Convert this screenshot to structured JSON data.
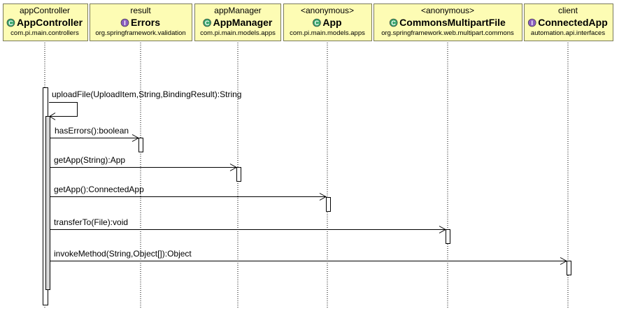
{
  "diagram": {
    "type": "uml-sequence",
    "colors": {
      "participant_fill": "#fdfcb4",
      "participant_stroke": "#7a7a5a",
      "class_icon": "#3aa76d",
      "interface_icon": "#8b5fbf",
      "line": "#000000"
    },
    "participants": [
      {
        "role": "appController",
        "kind": "class",
        "icon": "C",
        "name": "AppController",
        "package": "com.pi.main.controllers"
      },
      {
        "role": "result",
        "kind": "interface",
        "icon": "I",
        "name": "Errors",
        "package": "org.springframework.validation"
      },
      {
        "role": "appManager",
        "kind": "class",
        "icon": "C",
        "name": "AppManager",
        "package": "com.pi.main.models.apps"
      },
      {
        "role": "<anonymous>",
        "kind": "class",
        "icon": "C",
        "name": "App",
        "package": "com.pi.main.models.apps"
      },
      {
        "role": "<anonymous>",
        "kind": "class",
        "icon": "C",
        "name": "CommonsMultipartFile",
        "package": "org.springframework.web.multipart.commons"
      },
      {
        "role": "client",
        "kind": "interface",
        "icon": "I",
        "name": "ConnectedApp",
        "package": "automation.api.interfaces"
      }
    ],
    "messages": [
      {
        "label": "uploadFile(UploadItem,String,BindingResult):String",
        "from": 0,
        "to": 0,
        "self": true
      },
      {
        "label": "hasErrors():boolean",
        "from": 0,
        "to": 1
      },
      {
        "label": "getApp(String):App",
        "from": 0,
        "to": 2
      },
      {
        "label": "getApp():ConnectedApp",
        "from": 0,
        "to": 3
      },
      {
        "label": "transferTo(File):void",
        "from": 0,
        "to": 4
      },
      {
        "label": "invokeMethod(String,Object[]):Object",
        "from": 0,
        "to": 5
      }
    ]
  }
}
